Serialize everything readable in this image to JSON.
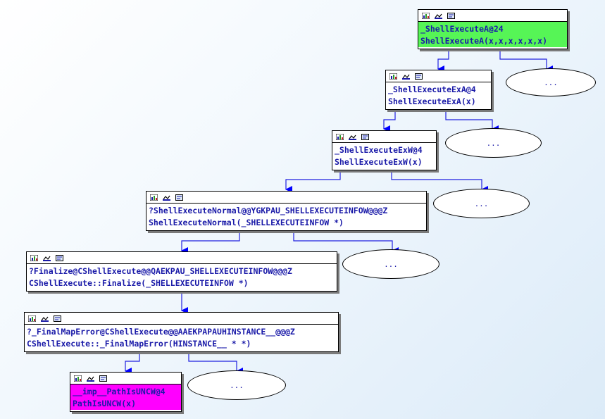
{
  "nodes": [
    {
      "id": "n0",
      "line1": "_ShellExecuteA@24",
      "line2": "ShellExecuteA(x,x,x,x,x,x)",
      "color": "#56f556"
    },
    {
      "id": "n1",
      "line1": "_ShellExecuteExA@4",
      "line2": "ShellExecuteExA(x)",
      "color": "#ffffff"
    },
    {
      "id": "n2",
      "line1": "_ShellExecuteExW@4",
      "line2": "ShellExecuteExW(x)",
      "color": "#ffffff"
    },
    {
      "id": "n3",
      "line1": "?ShellExecuteNormal@@YGKPAU_SHELLEXECUTEINFOW@@@Z",
      "line2": "ShellExecuteNormal(_SHELLEXECUTEINFOW *)",
      "color": "#ffffff"
    },
    {
      "id": "n4",
      "line1": "?Finalize@CShellExecute@@QAEKPAU_SHELLEXECUTEINFOW@@@Z",
      "line2": "CShellExecute::Finalize(_SHELLEXECUTEINFOW *)",
      "color": "#ffffff"
    },
    {
      "id": "n5",
      "line1": "?_FinalMapError@CShellExecute@@AAEKPAPAUHINSTANCE__@@@Z",
      "line2": "CShellExecute::_FinalMapError(HINSTANCE__ * *)",
      "color": "#ffffff"
    },
    {
      "id": "n6",
      "line1": "__imp__PathIsUNCW@4",
      "line2": "PathIsUNCW(x)",
      "color": "#ff00ff"
    }
  ],
  "ellipsis_label": "...",
  "colors": {
    "edge": "#0000ff",
    "text": "#1a1aa8",
    "green_node": "#56f556",
    "magenta_node": "#ff00ff"
  },
  "icons": [
    "graph-icon",
    "edit-icon",
    "rename-icon"
  ]
}
